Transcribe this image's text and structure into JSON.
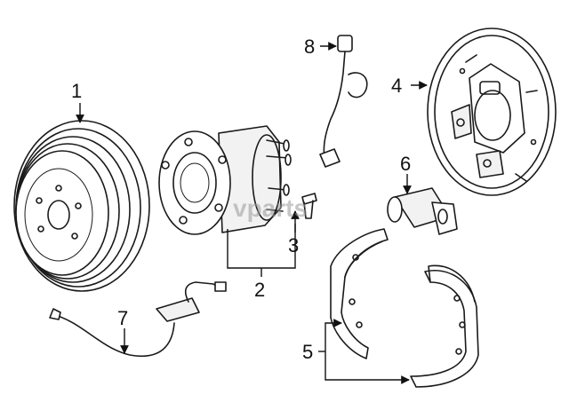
{
  "callouts": {
    "c1": "1",
    "c2": "2",
    "c3": "3",
    "c4": "4",
    "c5": "5",
    "c6": "6",
    "c7": "7",
    "c8": "8"
  },
  "watermark": "vparts",
  "colors": {
    "line": "#1a1a1a",
    "background": "#ffffff",
    "watermark": "#9a9a9a"
  }
}
